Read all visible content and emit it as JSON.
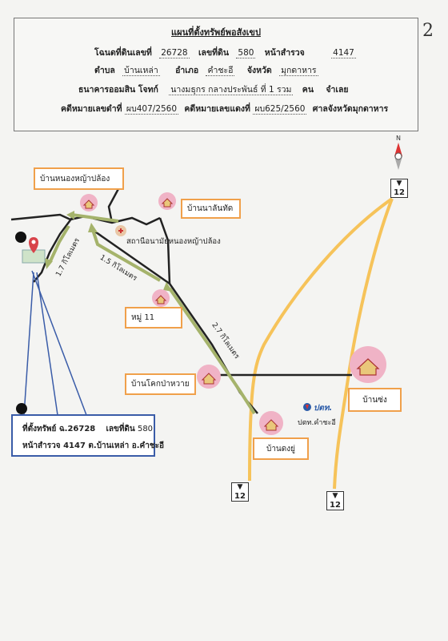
{
  "page_number": "2",
  "header": {
    "title": "แผนที่ตั้งทรัพย์พอสังเขป",
    "row1": {
      "deed_label": "โฉนดที่ดินเลขที่",
      "deed_no": "26728",
      "land_no_label": "เลขที่ดิน",
      "land_no": "580",
      "survey_label": "หน้าสำรวจ",
      "survey_no": "4147"
    },
    "row2": {
      "subdistrict_label": "ตำบล",
      "subdistrict": "บ้านเหล่า",
      "district_label": "อำเภอ",
      "district": "คำชะอี",
      "province_label": "จังหวัด",
      "province": "มุกดาหาร"
    },
    "row3": {
      "plaintiff_label": "ธนาคารออมสิน  โจทก์",
      "defendant": "นางมธุกร กลางประพันธ์ ที่ 1 รวม",
      "count_label": "คน",
      "role": "จำเลย"
    },
    "row4": {
      "black_case_label": "คดีหมายเลขดำที่",
      "black_case": "ผบ407/2560",
      "red_case_label": "คดีหมายเลขแดงที่",
      "red_case": "ผบ625/2560",
      "court": "ศาลจังหวัดมุกดาหาร"
    }
  },
  "places": {
    "ban_nong_ya_plong": "บ้านหนองหญ้าปล้อง",
    "ban_na_lan_thut": "บ้านนาลันทัด",
    "health_station": "สถานีอนามัยหนองหญ้าปล้อง",
    "moo_11": "หมู่ 11",
    "ban_khok_pa_wai": "บ้านโคกป่าหวาย",
    "ban_song": "บ้านซ่ง",
    "ban_dong_yu": "บ้านดงยู่",
    "ptt": "ปตท.คำชะอี",
    "ptt_logo": "ปตท."
  },
  "distances": {
    "d1": "1.7 กิโลเมตร",
    "d2": "1.5 กิโลเมตร",
    "d3": "2.7 กิโลเมตร"
  },
  "route_shield": "12",
  "compass_letter": "N",
  "property_box": {
    "line1_label": "ที่ตั้งทรัพย์ ฉ.26728",
    "line1_land_label": "เลขที่ดิน",
    "line1_land_no": "580",
    "line2": "หน้าสำรวจ 4147 ต.บ้านเหล่า อ.คำชะอี"
  },
  "colors": {
    "road_black": "#222222",
    "highway_yellow": "#f6c35a",
    "route_green": "#a5b36b",
    "label_border": "#f0a04b",
    "pointer_blue": "#3a5ca8",
    "house_pink": "#f0b3c6"
  }
}
